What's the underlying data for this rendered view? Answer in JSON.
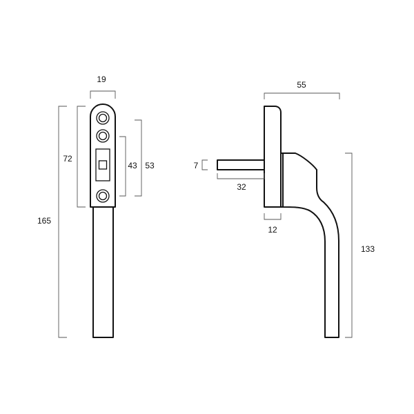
{
  "front_view": {
    "dims": {
      "width": "19",
      "overall_height": "165",
      "plate_height": "72",
      "inner_span": "43",
      "hole_span": "53"
    }
  },
  "side_view": {
    "dims": {
      "depth": "55",
      "spindle_thickness": "7",
      "spindle_length": "32",
      "plate_thickness": "12",
      "handle_height": "133"
    }
  }
}
